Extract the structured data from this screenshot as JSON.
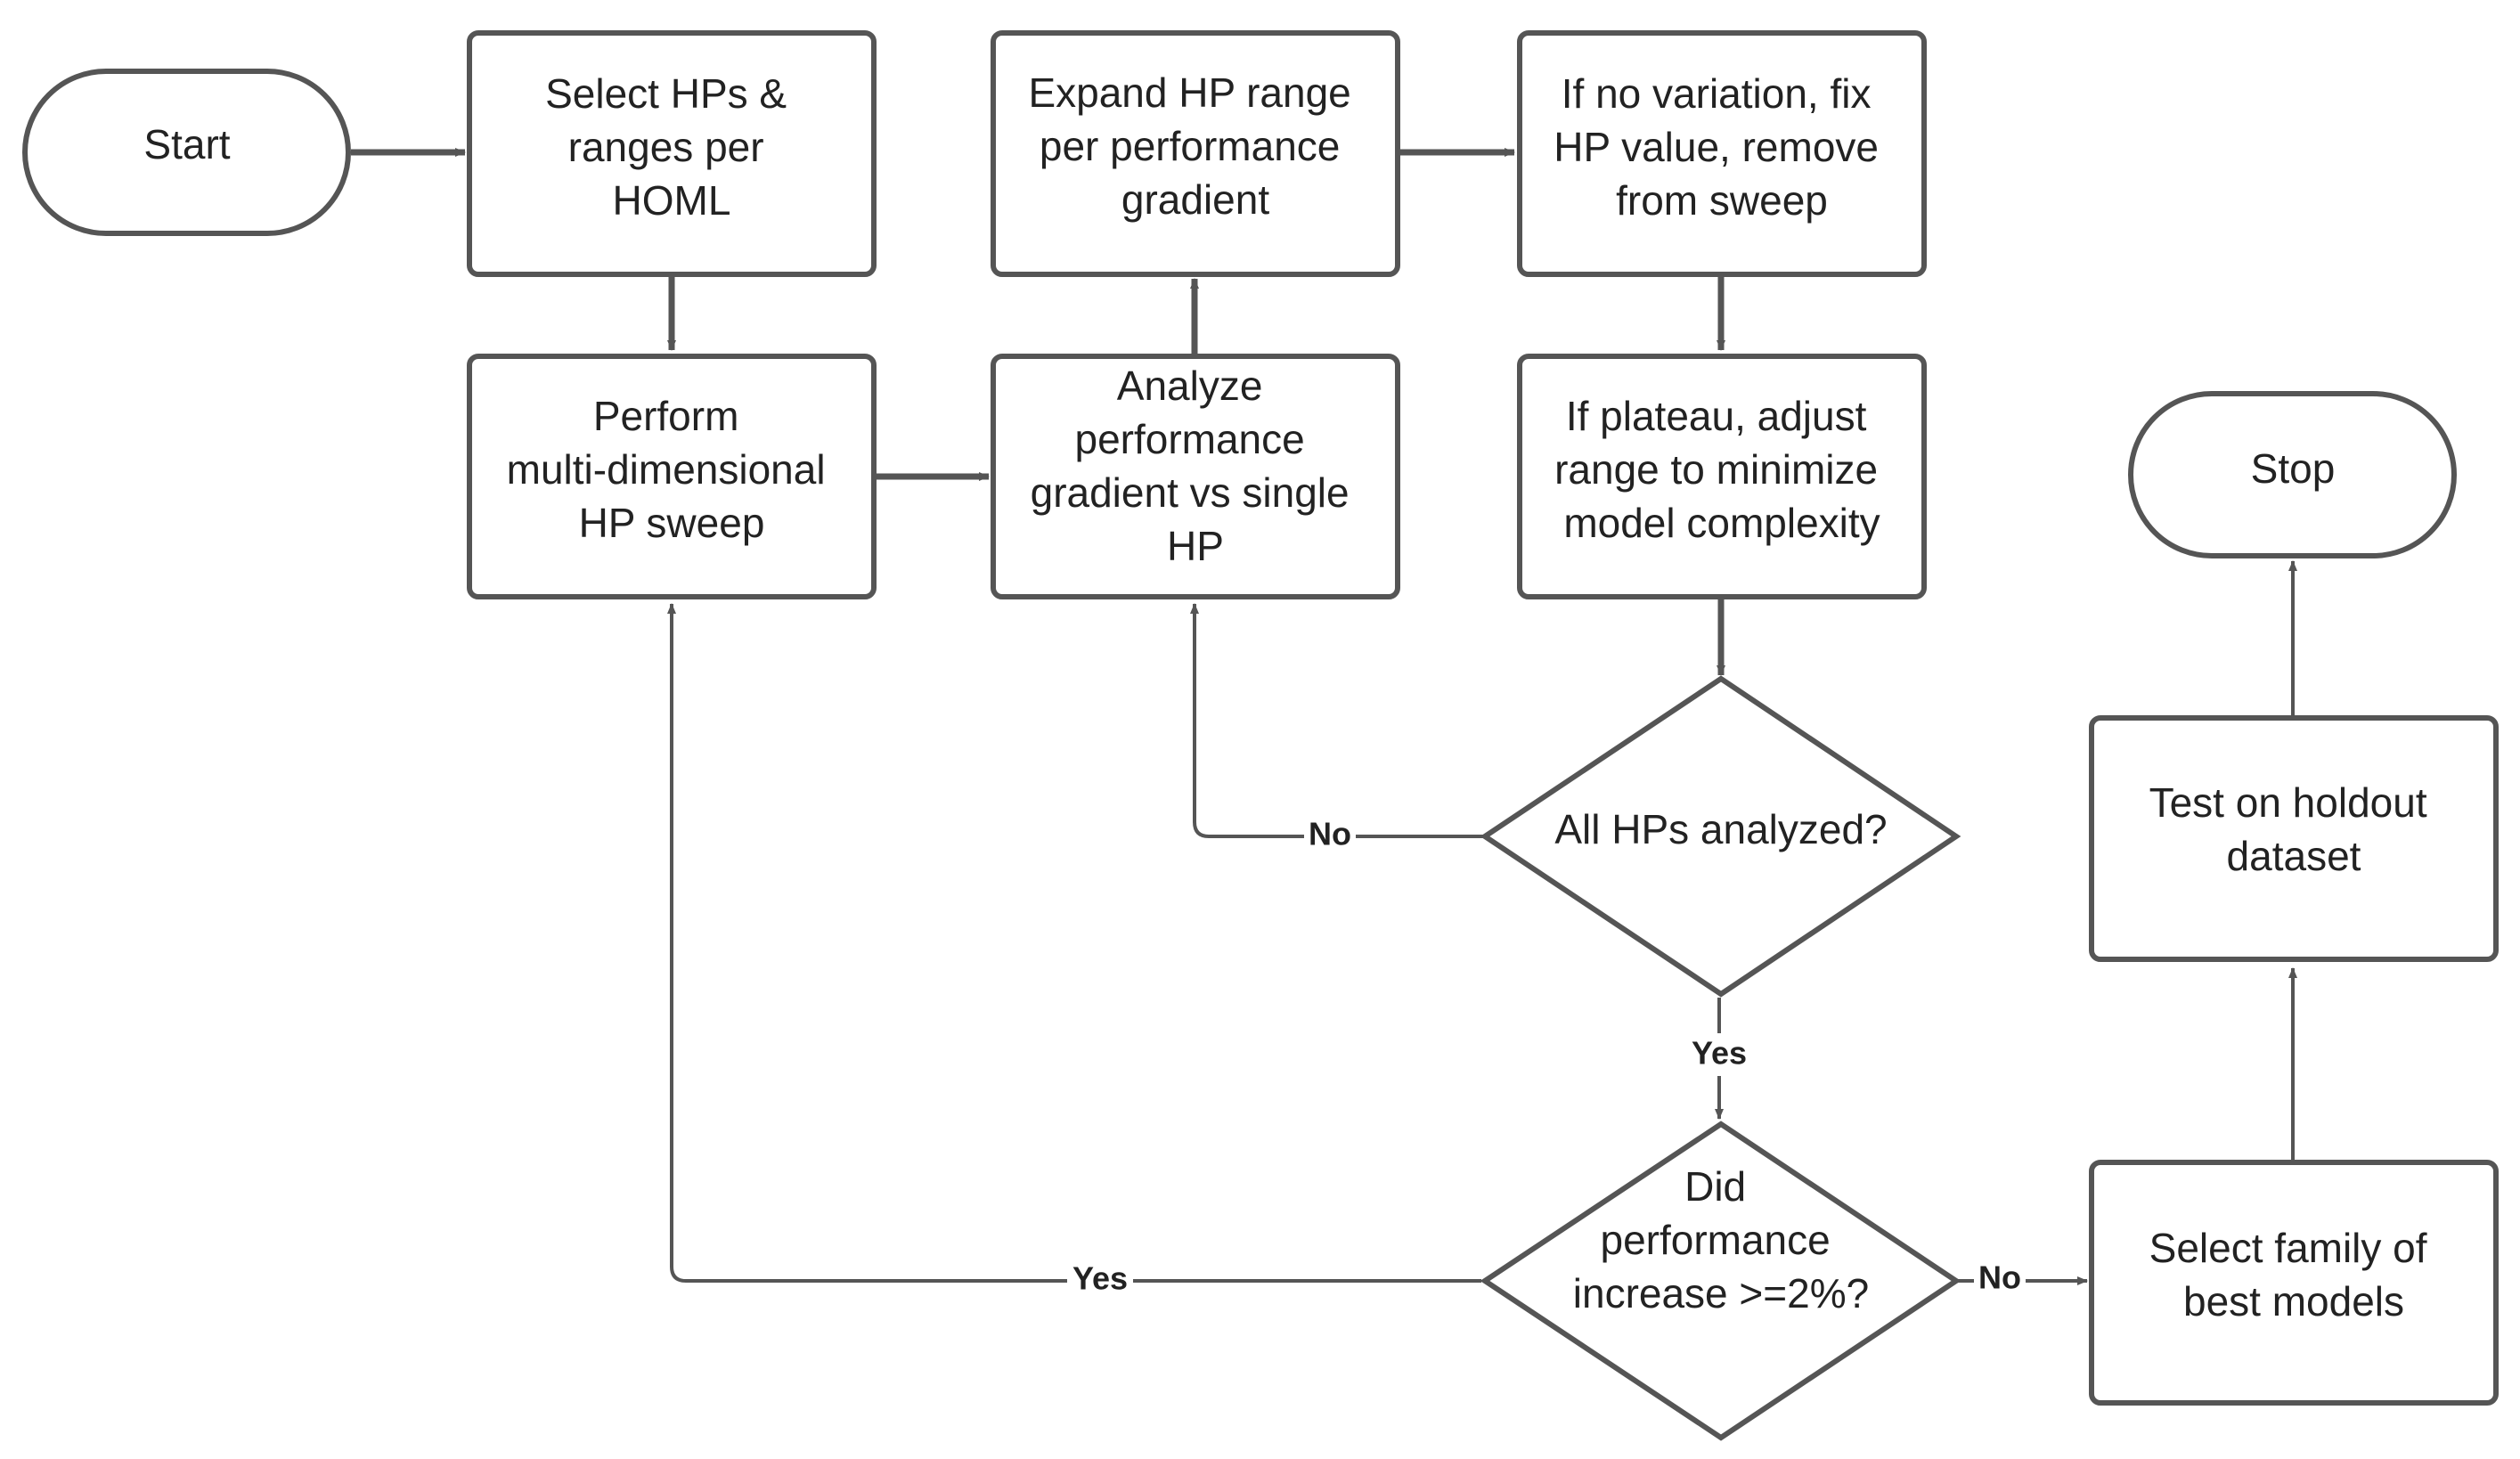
{
  "nodes": {
    "start": {
      "lines": [
        "Start"
      ]
    },
    "select_hps": {
      "lines": [
        "Select HPs &",
        "ranges per",
        "HOML"
      ]
    },
    "expand_range": {
      "lines": [
        "Expand HP range",
        "per performance",
        "gradient"
      ]
    },
    "no_variation": {
      "lines": [
        "If no variation, fix",
        "HP value, remove",
        "from sweep"
      ]
    },
    "perform_sweep": {
      "lines": [
        "Perform",
        "multi-dimensional",
        "HP sweep"
      ]
    },
    "analyze_gradient": {
      "lines": [
        "Analyze",
        "performance",
        "gradient vs single",
        "HP"
      ]
    },
    "plateau": {
      "lines": [
        "If plateau, adjust",
        "range to minimize",
        "model complexity"
      ]
    },
    "stop": {
      "lines": [
        "Stop"
      ]
    },
    "all_hps": {
      "lines": [
        "All HPs analyzed?"
      ]
    },
    "test_holdout": {
      "lines": [
        "Test on holdout",
        "dataset"
      ]
    },
    "did_increase": {
      "lines": [
        "Did",
        "performance",
        "increase >=2%?"
      ]
    },
    "select_family": {
      "lines": [
        "Select family of",
        "best models"
      ]
    }
  },
  "edge_labels": {
    "all_no": "No",
    "all_yes": "Yes",
    "did_yes": "Yes",
    "did_no": "No"
  }
}
